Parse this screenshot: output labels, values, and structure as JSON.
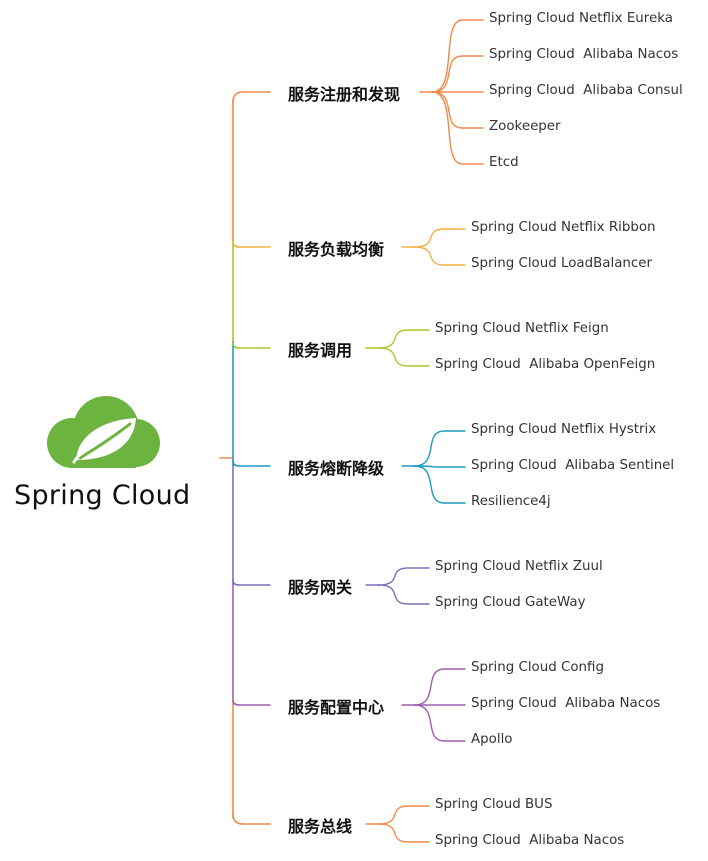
{
  "root": {
    "title": "Spring Cloud",
    "logo_icon": "spring-leaf-cloud-icon",
    "logo_color": "#6db33f"
  },
  "branches": [
    {
      "label": "服务注册和发现",
      "color": "#f08a4b",
      "children": [
        "Spring Cloud Netflix Eureka",
        "Spring Cloud  Alibaba Nacos",
        "Spring Cloud  Alibaba Consul",
        "Zookeeper",
        "Etcd"
      ]
    },
    {
      "label": "服务负载均衡",
      "color": "#f5b041",
      "children": [
        "Spring Cloud Netflix Ribbon",
        "Spring Cloud LoadBalancer"
      ]
    },
    {
      "label": "服务调用",
      "color": "#a9c630",
      "children": [
        "Spring Cloud Netflix Feign",
        "Spring Cloud  Alibaba OpenFeign"
      ]
    },
    {
      "label": "服务熔断降级",
      "color": "#1e9bc2",
      "children": [
        "Spring Cloud Netflix Hystrix",
        "Spring Cloud  Alibaba Sentinel",
        "Resilience4j"
      ]
    },
    {
      "label": "服务网关",
      "color": "#7b6fbd",
      "children": [
        "Spring Cloud Netflix Zuul",
        "Spring Cloud GateWay"
      ]
    },
    {
      "label": "服务配置中心",
      "color": "#a05fb0",
      "children": [
        "Spring Cloud Config",
        "Spring Cloud  Alibaba Nacos",
        "Apollo"
      ]
    },
    {
      "label": "服务总线",
      "color": "#f08a4b",
      "children": [
        "Spring Cloud BUS",
        "Spring Cloud  Alibaba Nacos"
      ]
    }
  ]
}
